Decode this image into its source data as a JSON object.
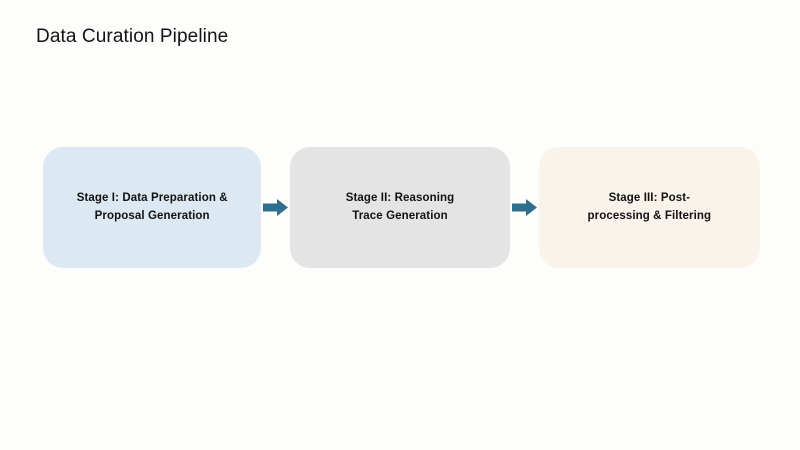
{
  "page": {
    "title": "Data Curation Pipeline",
    "background_color": "#fdfdfc",
    "title_color": "#141414"
  },
  "colors": {
    "stage1_fill": "#dce8f2",
    "stage2_fill": "#e4e4e4",
    "stage3_fill": "#faf3ec",
    "arrow": "#2e6f8e",
    "label_text": "#121212"
  },
  "diagram": {
    "type": "flow",
    "orientation": "horizontal",
    "stages": [
      {
        "id": "stage-1",
        "label": "Stage I: Data Preparation & Proposal Generation",
        "line1": "Stage I: Data Preparation &",
        "line2": "Proposal Generation",
        "fill": "#dce8f2"
      },
      {
        "id": "stage-2",
        "label": "Stage II: Reasoning Trace Generation",
        "line1": "Stage II: Reasoning",
        "line2": "Trace Generation",
        "fill": "#e4e4e4"
      },
      {
        "id": "stage-3",
        "label": "Stage III: Post-processing & Filtering",
        "line1": "Stage III: Post-",
        "line2": "processing & Filtering",
        "fill": "#faf3ec"
      }
    ],
    "connectors": [
      {
        "id": "arrow-1",
        "icon": "arrow-right-icon",
        "from": "stage-1",
        "to": "stage-2"
      },
      {
        "id": "arrow-2",
        "icon": "arrow-right-icon",
        "from": "stage-2",
        "to": "stage-3"
      }
    ]
  }
}
